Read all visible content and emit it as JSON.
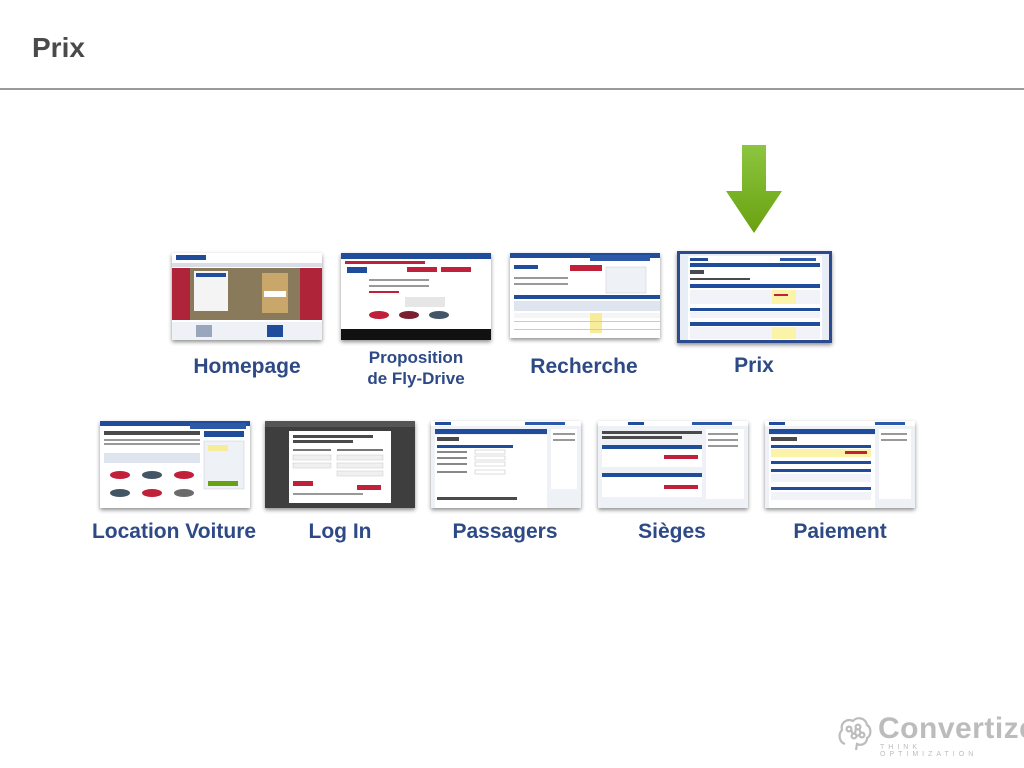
{
  "slide": {
    "title": "Prix",
    "arrow_color": "#7ab317",
    "label_color": "#2e4a86"
  },
  "steps_row1": [
    {
      "label": "Homepage",
      "active": false
    },
    {
      "label_line1": "Proposition",
      "label_line2": "de Fly-Drive",
      "active": false
    },
    {
      "label": "Recherche",
      "active": false
    },
    {
      "label": "Prix",
      "active": true
    }
  ],
  "steps_row2": [
    {
      "label": "Location Voiture"
    },
    {
      "label": "Log In"
    },
    {
      "label": "Passagers"
    },
    {
      "label": "Sièges"
    },
    {
      "label": "Paiement"
    }
  ],
  "logo": {
    "name": "Convertize",
    "tagline": "THINK OPTIMIZATION"
  }
}
